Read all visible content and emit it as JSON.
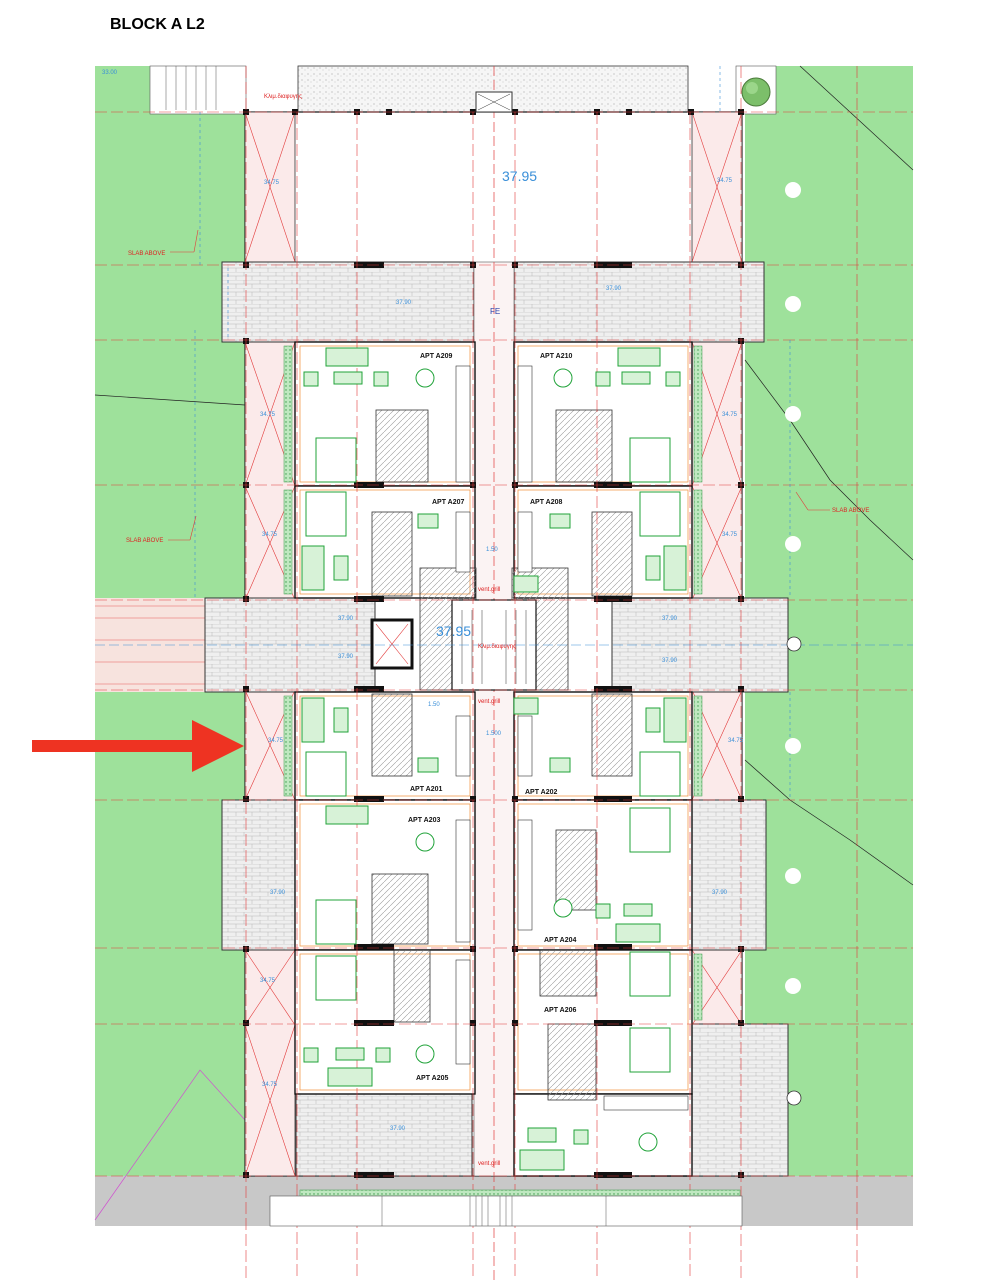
{
  "title": "BLOCK A L2",
  "elevations": {
    "big_main": "37.95",
    "top_left_corner": "33.00",
    "terrace_side": [
      "34.75",
      "34.75",
      "34.75",
      "34.75",
      "34.75",
      "34.75",
      "34.75",
      "34.75",
      "34.75",
      "34.75"
    ],
    "balcony": [
      "37.90",
      "37.90",
      "37.90",
      "37.90",
      "37.90",
      "37.90",
      "37.90",
      "37.90",
      "37.90"
    ]
  },
  "labels": {
    "fe": "FE",
    "slab_above": "SLAB ABOVE",
    "vent_grill": "vent.grill",
    "escape_stair": "Κλιμ.διαφυγης",
    "dim_a": "1.50",
    "dim_b": "1.500"
  },
  "apartments": [
    {
      "id": "APT A209"
    },
    {
      "id": "APT A210"
    },
    {
      "id": "APT A207"
    },
    {
      "id": "APT A208"
    },
    {
      "id": "APT A201"
    },
    {
      "id": "APT A202"
    },
    {
      "id": "APT A203"
    },
    {
      "id": "APT A204"
    },
    {
      "id": "APT A205"
    },
    {
      "id": "APT A206"
    }
  ],
  "colors": {
    "grass": "#9ee19b",
    "wall": "#111111",
    "gridline": "#e23a3a",
    "furniture": "#21a33a",
    "finish": "#f29b4d",
    "dimension": "#3a8fd8",
    "pointer_arrow": "#ee3322",
    "paving": "#c8c8c8"
  },
  "icons": [
    "pointer-arrow-icon",
    "tree-icon",
    "column-marker-icon"
  ]
}
